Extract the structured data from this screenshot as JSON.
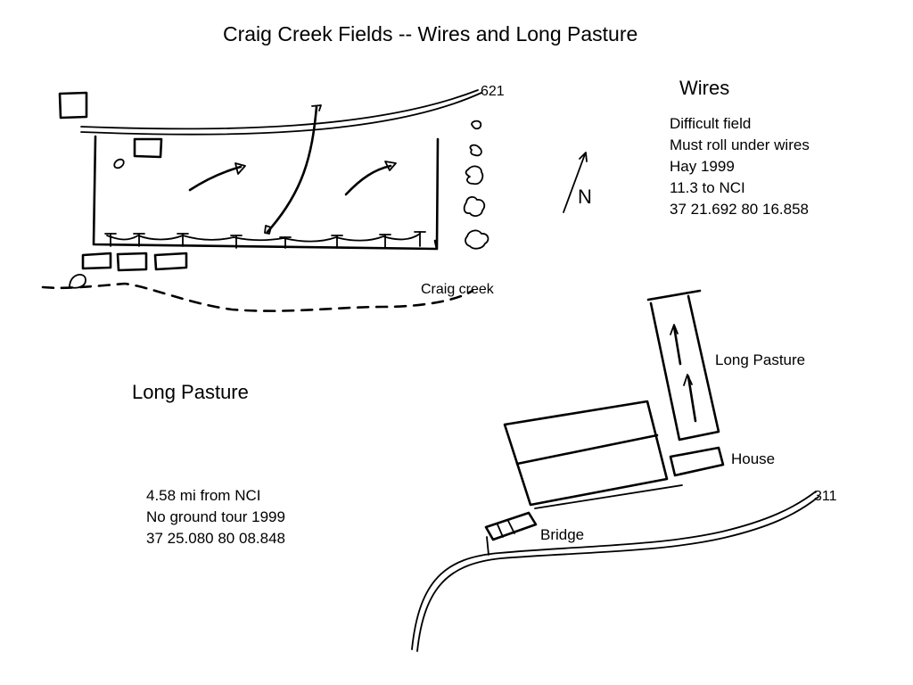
{
  "title": "Craig Creek Fields --  Wires and Long Pasture",
  "wires": {
    "heading": "Wires",
    "road_label": "621",
    "creek_label": "Craig creek",
    "notes": [
      "Difficult field",
      "Must roll under wires",
      "Hay 1999",
      "11.3 to NCI",
      "37 21.692  80 16.858"
    ]
  },
  "north_label": "N",
  "long_pasture": {
    "heading": "Long Pasture",
    "field_label": "Long Pasture",
    "house_label": "House",
    "bridge_label": "Bridge",
    "road_label": "311",
    "notes": [
      "4.58 mi from NCI",
      "No ground tour 1999",
      "37 25.080  80 08.848"
    ]
  }
}
